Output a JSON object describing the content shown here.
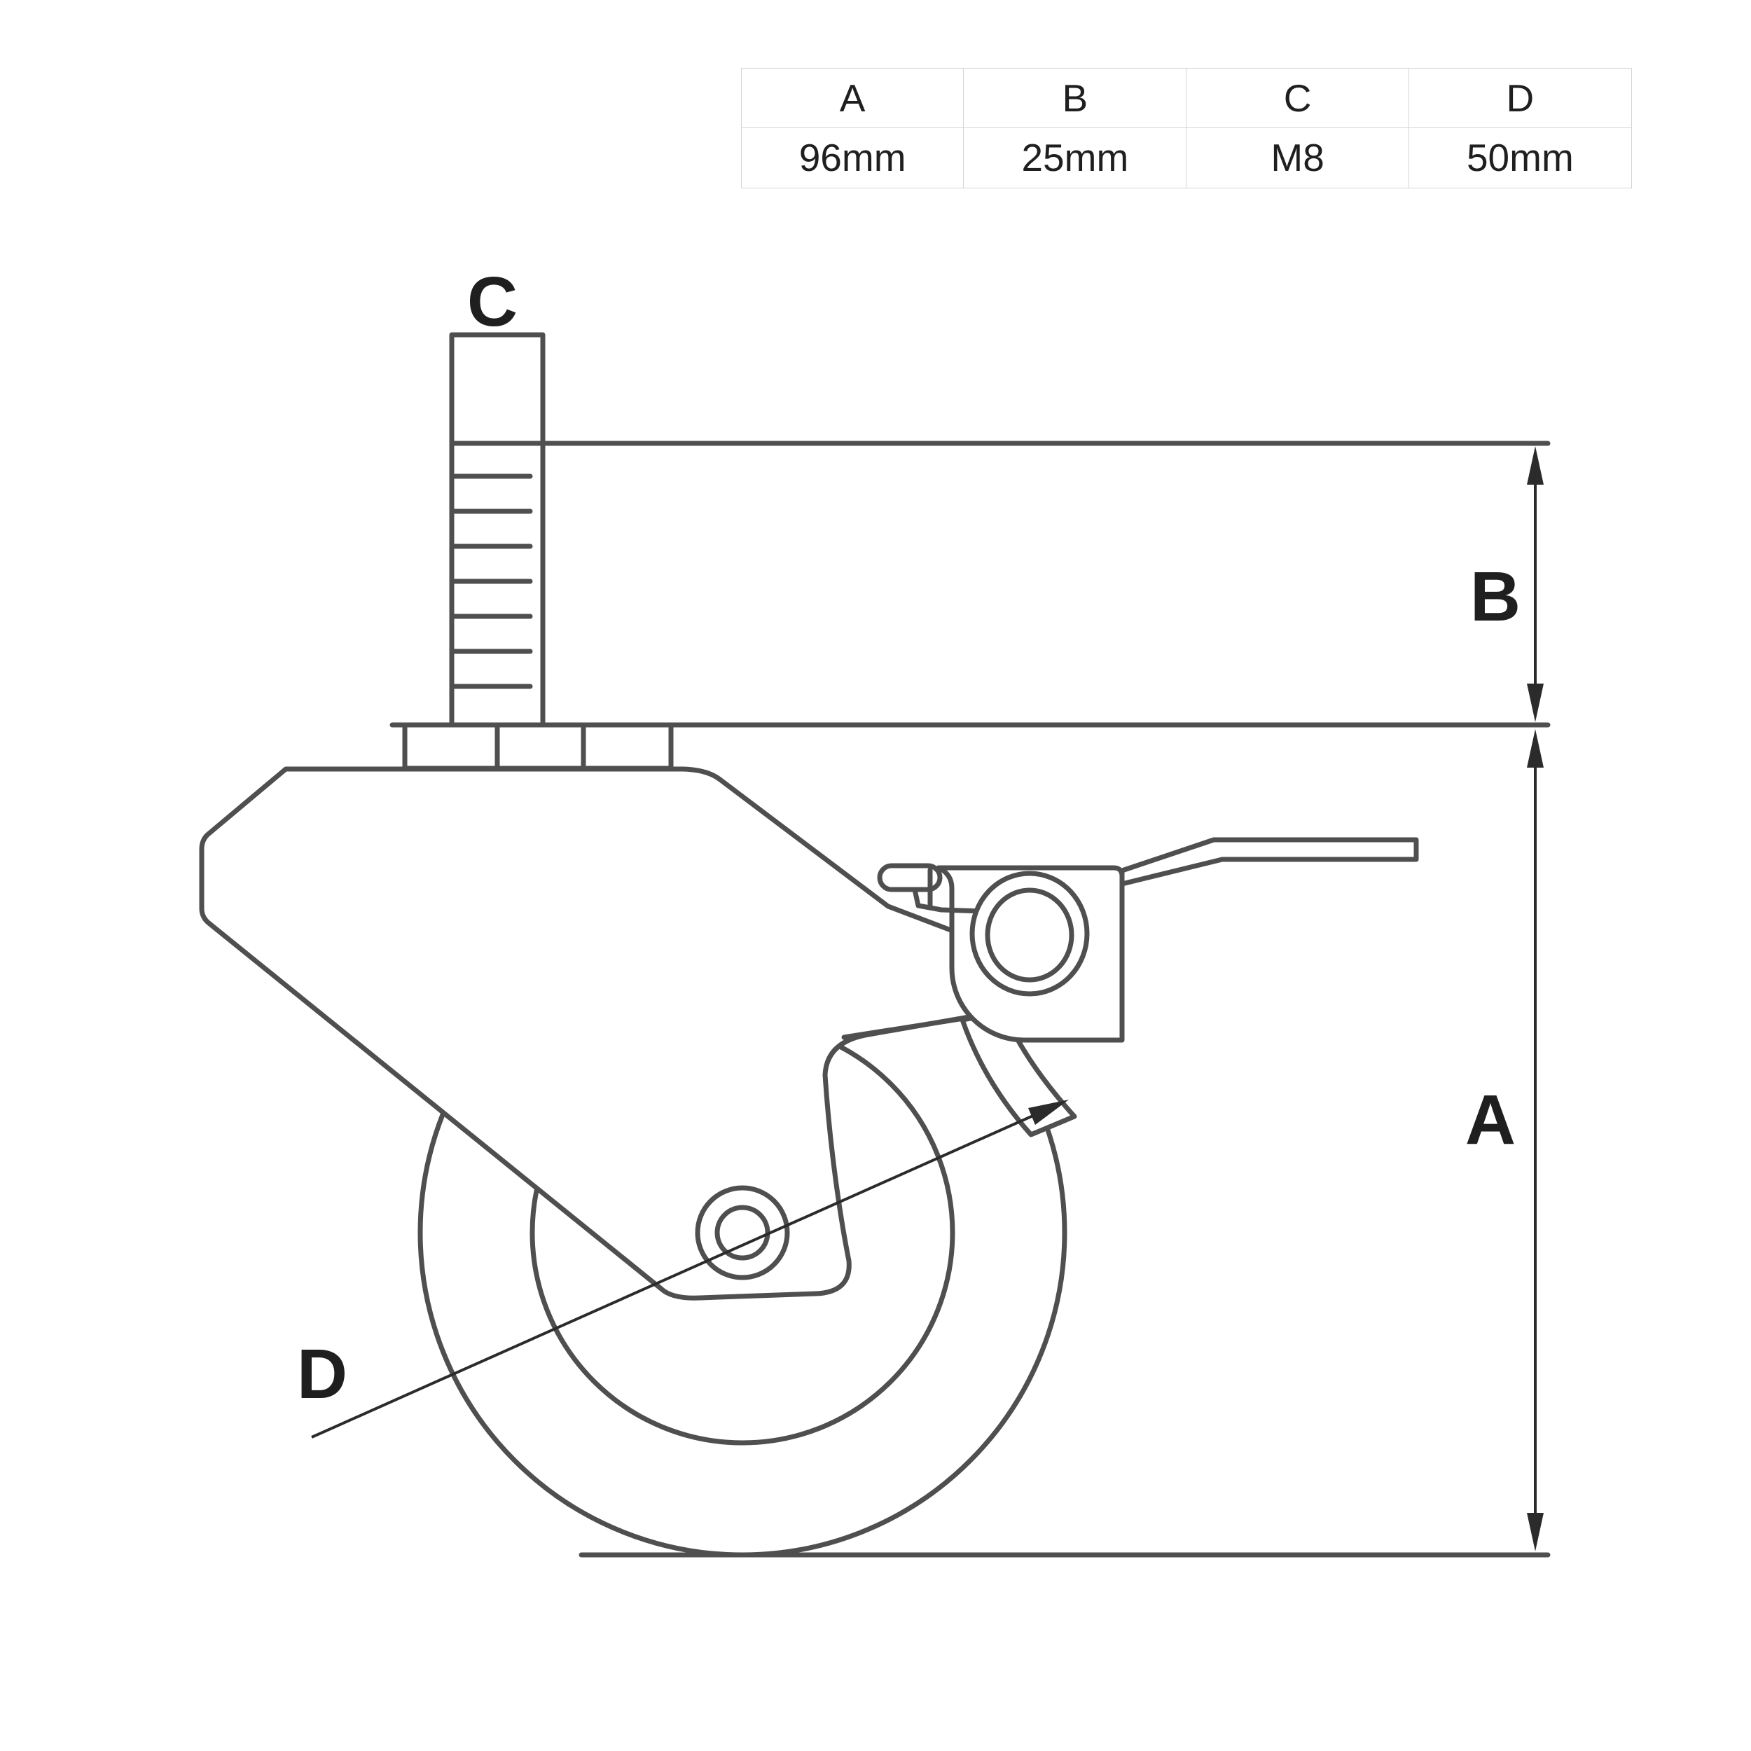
{
  "table": {
    "columns": [
      {
        "header": "A",
        "value": "96mm"
      },
      {
        "header": "B",
        "value": "25mm"
      },
      {
        "header": "C",
        "value": "M8"
      },
      {
        "header": "D",
        "value": "50mm"
      }
    ]
  },
  "diagram": {
    "labels": {
      "overall_height": "A",
      "stem_length": "B",
      "thread_size": "C",
      "wheel_diameter": "D"
    }
  },
  "colors": {
    "drawing_line": "#4f4f4f",
    "dimension_line": "#2b2b2b",
    "table_border": "#d5d5d5",
    "text": "#1f1f1f"
  }
}
